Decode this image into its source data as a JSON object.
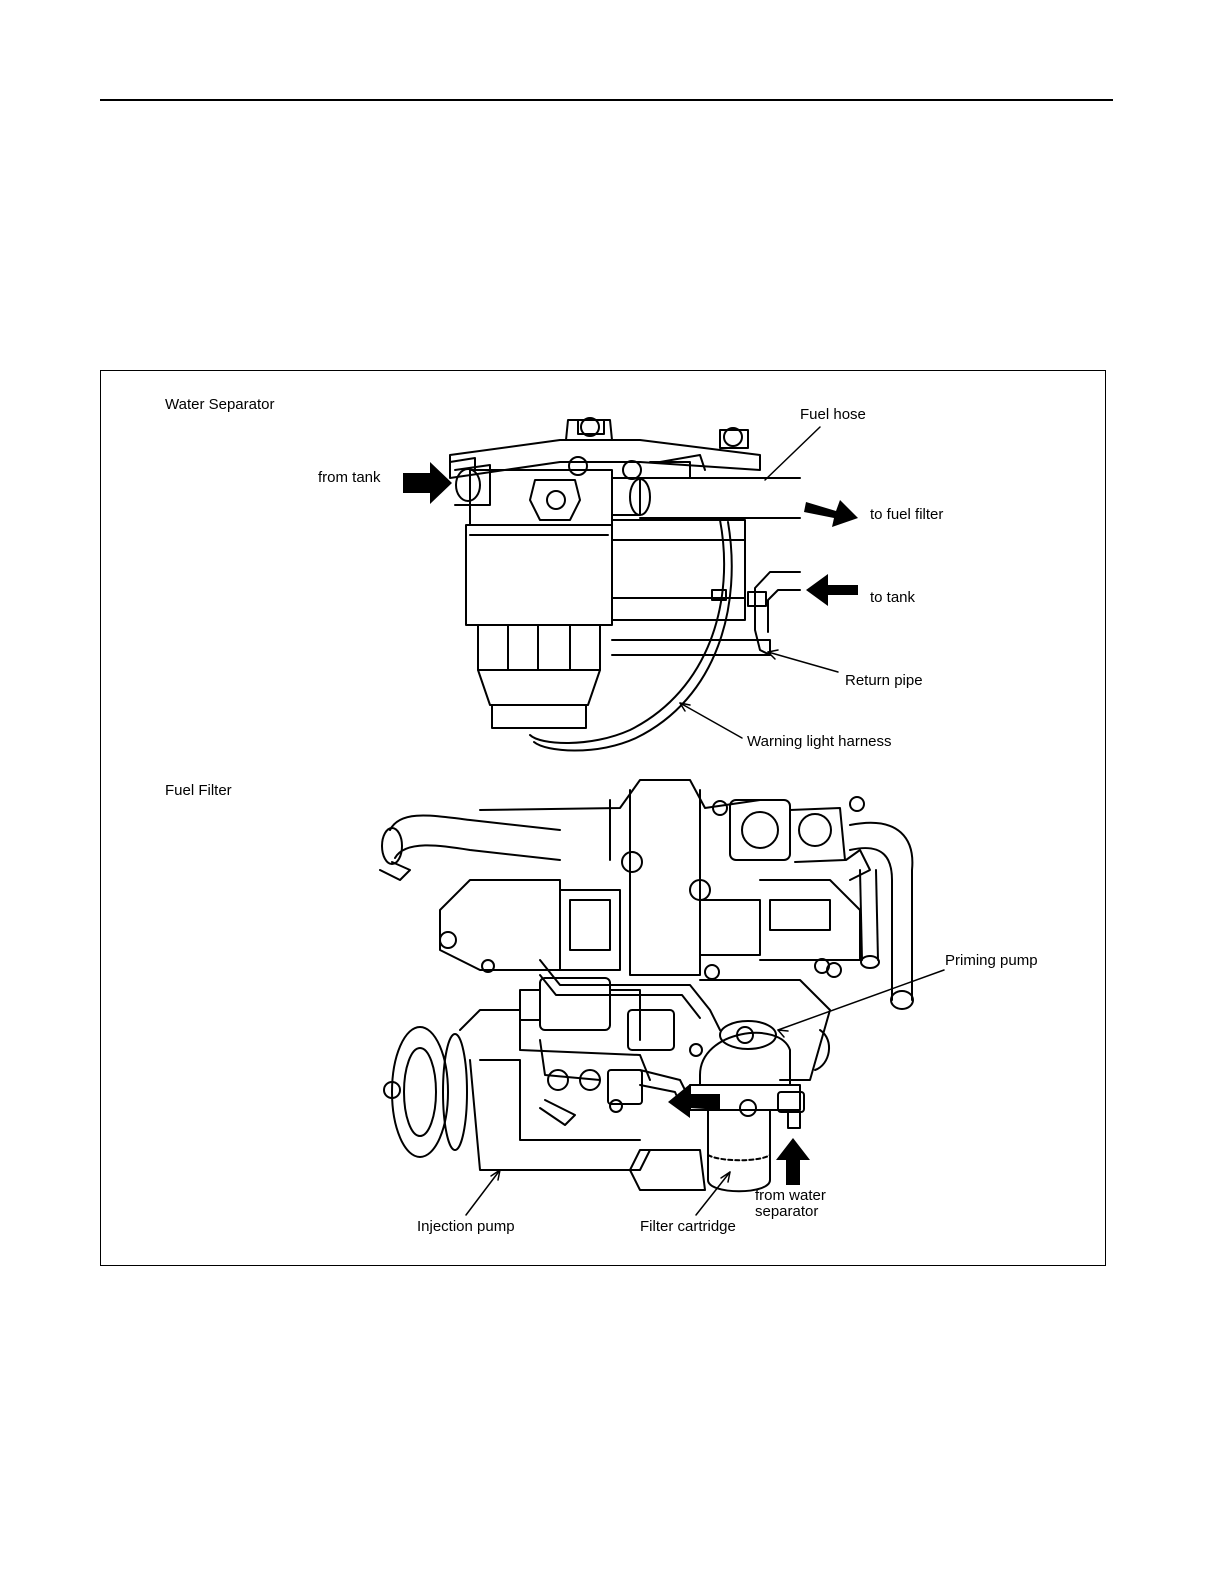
{
  "sections": {
    "water_separator": "Water Separator",
    "fuel_filter": "Fuel Filter"
  },
  "labels": {
    "from_tank": "from tank",
    "fuel_hose": "Fuel hose",
    "to_fuel_filter": "to fuel filter",
    "to_tank": "to tank",
    "return_pipe": "Return pipe",
    "warning_light_harness": "Warning light harness",
    "priming_pump": "Priming pump",
    "from_water_separator_line1": "from water",
    "from_water_separator_line2": "separator",
    "injection_pump": "Injection pump",
    "filter_cartridge": "Filter cartridge"
  },
  "colors": {
    "ink": "#000000",
    "paper": "#ffffff"
  }
}
